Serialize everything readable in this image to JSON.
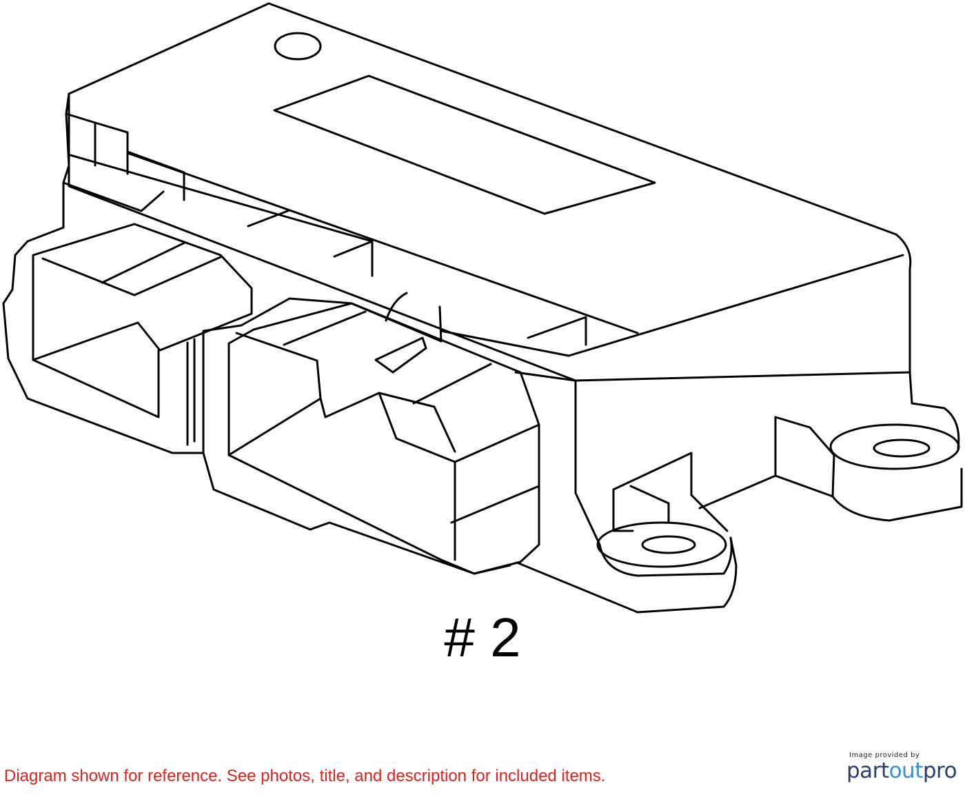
{
  "diagram": {
    "part_label": "# 2"
  },
  "footer": {
    "disclaimer": "Diagram shown for reference. See photos, title, and description for included items.",
    "credit_caption": "Image provided by",
    "brand_part": "part",
    "brand_out": "out",
    "brand_pro": "pro"
  },
  "colors": {
    "disclaimer": "#e3201b",
    "line_art": "#000000",
    "brand_dark": "#2c3e6b",
    "brand_accent": "#3a8fd6"
  }
}
